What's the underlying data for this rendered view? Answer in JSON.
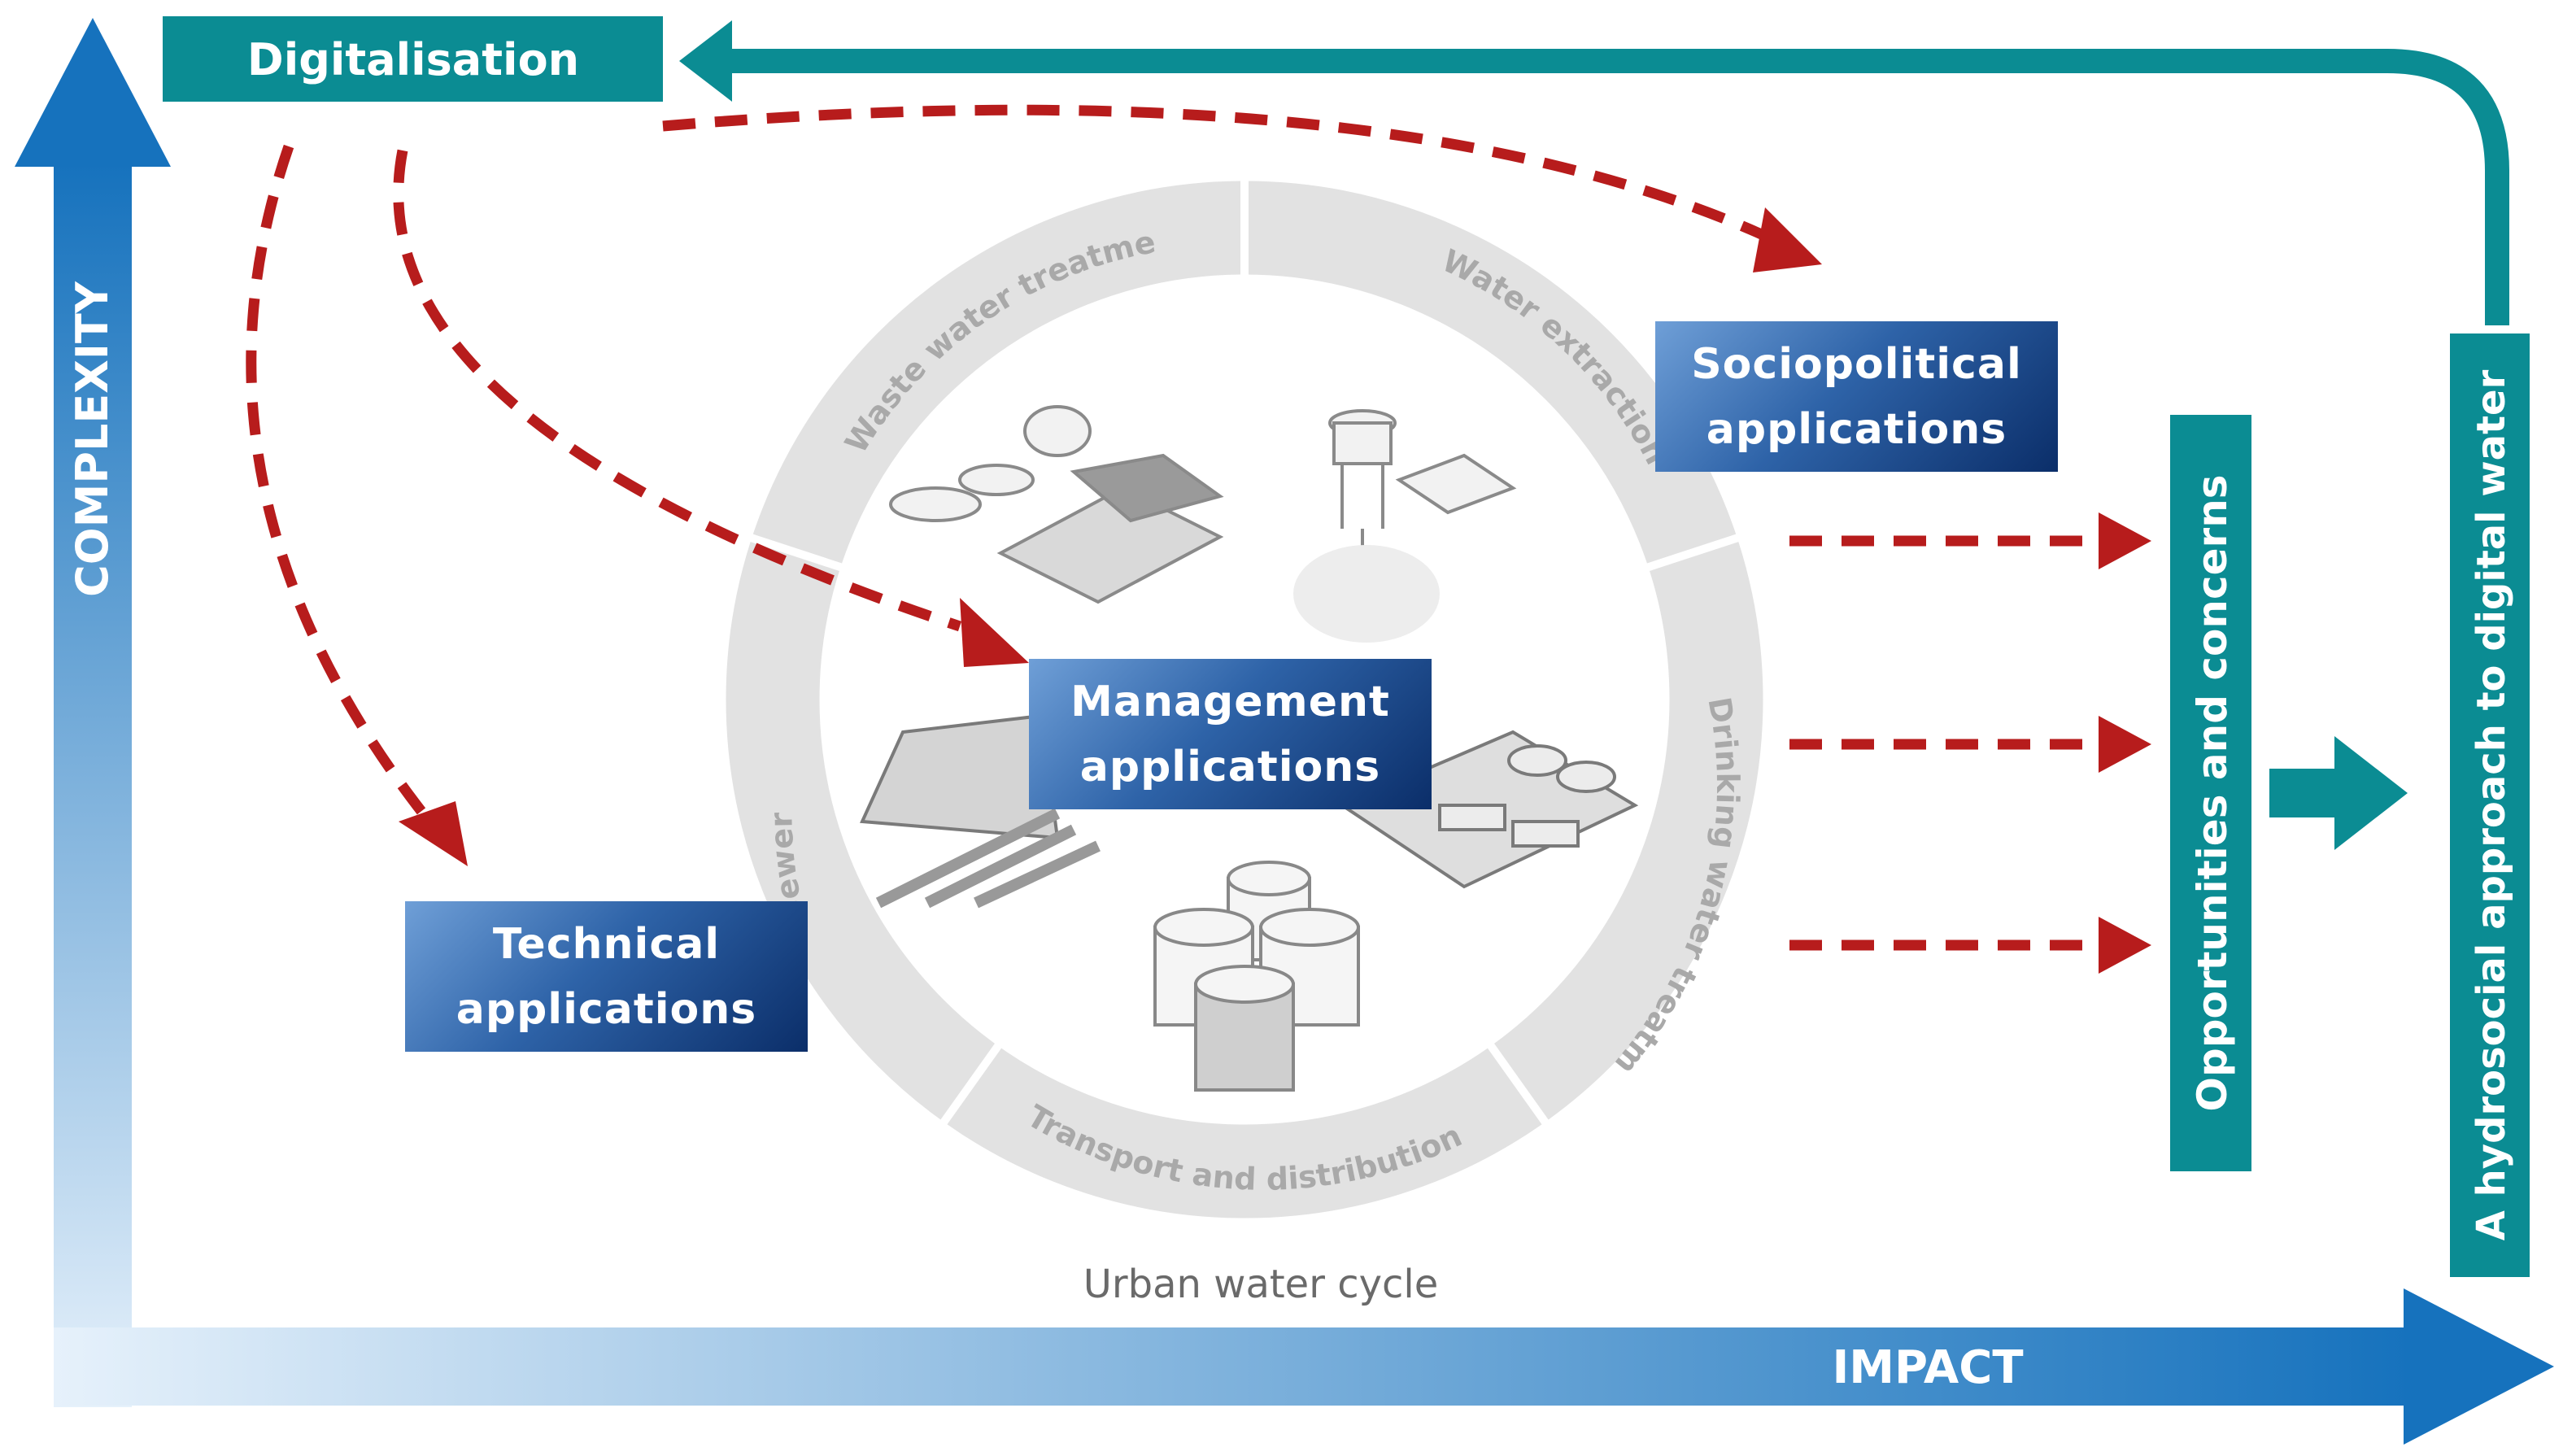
{
  "header": {
    "digitalisation_label": "Digitalisation"
  },
  "axes": {
    "y_label": "COMPLEXITY",
    "x_label": "IMPACT"
  },
  "cycle": {
    "caption": "Urban water cycle",
    "segments": [
      "Waste water treatment",
      "Water extraction",
      "Drinking water treatment",
      "Transport and distribution",
      "Sewer"
    ]
  },
  "applications": {
    "sociopolitical": {
      "line1": "Sociopolitical",
      "line2": "applications"
    },
    "management": {
      "line1": "Management",
      "line2": "applications"
    },
    "technical": {
      "line1": "Technical",
      "line2": "applications"
    }
  },
  "outcomes": {
    "opportunities_label": "Opportunities and concerns",
    "hydrosocial_label": "A hydrosocial approach to digital water"
  },
  "colors": {
    "teal": "#0b8c93",
    "dashed_red": "#b71c1c",
    "axis_blue": "#1a7cc4",
    "app_gradient_start": "#6f9fd7",
    "app_gradient_end": "#0b2e69",
    "cycle_grey": "#dcdcdc"
  }
}
